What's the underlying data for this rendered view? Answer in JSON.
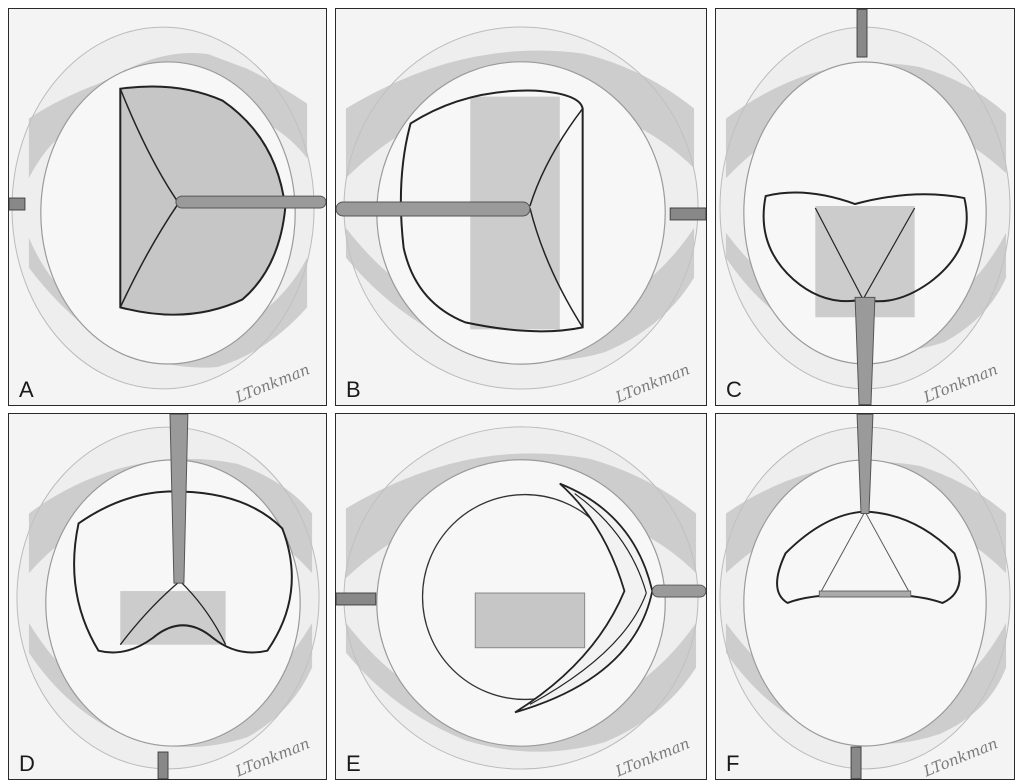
{
  "panels": [
    {
      "label": "A",
      "signature": "LTonkman"
    },
    {
      "label": "B",
      "signature": "LTonkman"
    },
    {
      "label": "C",
      "signature": "LTonkman"
    },
    {
      "label": "D",
      "signature": "LTonkman"
    },
    {
      "label": "E",
      "signature": "LTonkman"
    },
    {
      "label": "F",
      "signature": "LTonkman"
    }
  ],
  "colors": {
    "background": "#ffffff",
    "paper": "#f4f4f4",
    "sclera_shadow": "#bdbdbd",
    "graft_fill": "#c8c8c8",
    "outline": "#2a2a2a",
    "instrument": "#9a9a9a"
  }
}
